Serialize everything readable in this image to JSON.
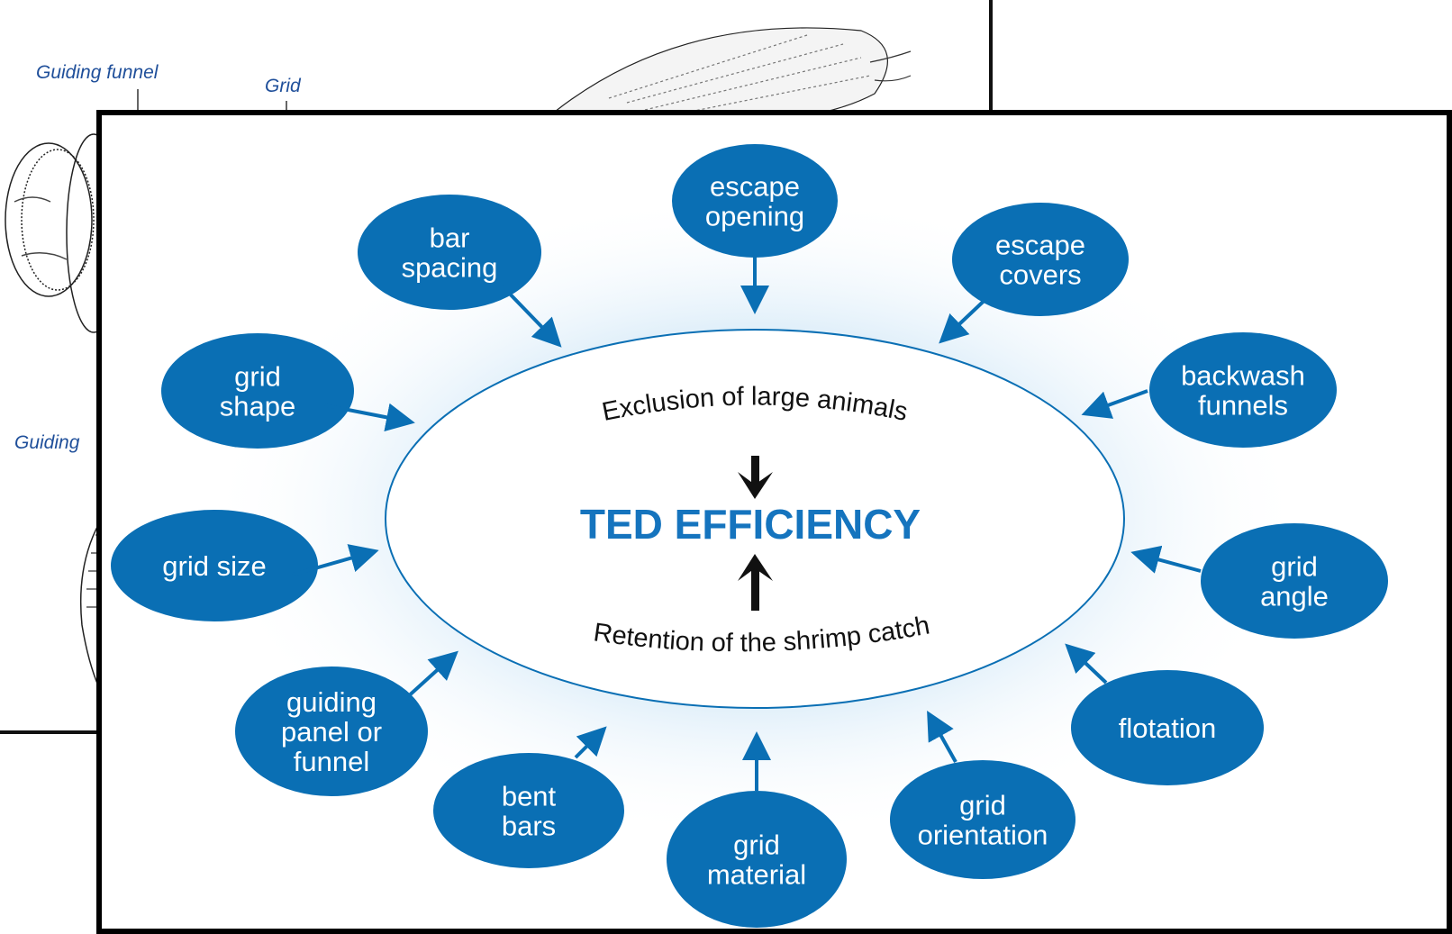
{
  "back_slide": {
    "labels": [
      "Guiding funnel",
      "Grid",
      "Guiding"
    ]
  },
  "diagram": {
    "center_title": "TED EFFICIENCY",
    "top_text": "Exclusion of large animals",
    "bottom_text": "Retention of the shrimp catch",
    "colors": {
      "node": "#0a6fb4",
      "title": "#1574be",
      "glow": "#e3f1fb",
      "arrow": "#0a6fb4"
    },
    "factors": [
      {
        "name": "escape-opening",
        "lines": [
          "escape",
          "opening"
        ]
      },
      {
        "name": "escape-covers",
        "lines": [
          "escape",
          "covers"
        ]
      },
      {
        "name": "backwash-funnels",
        "lines": [
          "backwash",
          "funnels"
        ]
      },
      {
        "name": "grid-angle",
        "lines": [
          "grid",
          "angle"
        ]
      },
      {
        "name": "flotation",
        "lines": [
          "flotation"
        ]
      },
      {
        "name": "grid-orientation",
        "lines": [
          "grid",
          "orientation"
        ]
      },
      {
        "name": "grid-material",
        "lines": [
          "grid",
          "material"
        ]
      },
      {
        "name": "bent-bars",
        "lines": [
          "bent",
          "bars"
        ]
      },
      {
        "name": "guiding-panel-or-funnel",
        "lines": [
          "guiding",
          "panel or",
          "funnel"
        ]
      },
      {
        "name": "grid-size",
        "lines": [
          "grid size"
        ]
      },
      {
        "name": "grid-shape",
        "lines": [
          "grid",
          "shape"
        ]
      },
      {
        "name": "bar-spacing",
        "lines": [
          "bar",
          "spacing"
        ]
      }
    ]
  }
}
